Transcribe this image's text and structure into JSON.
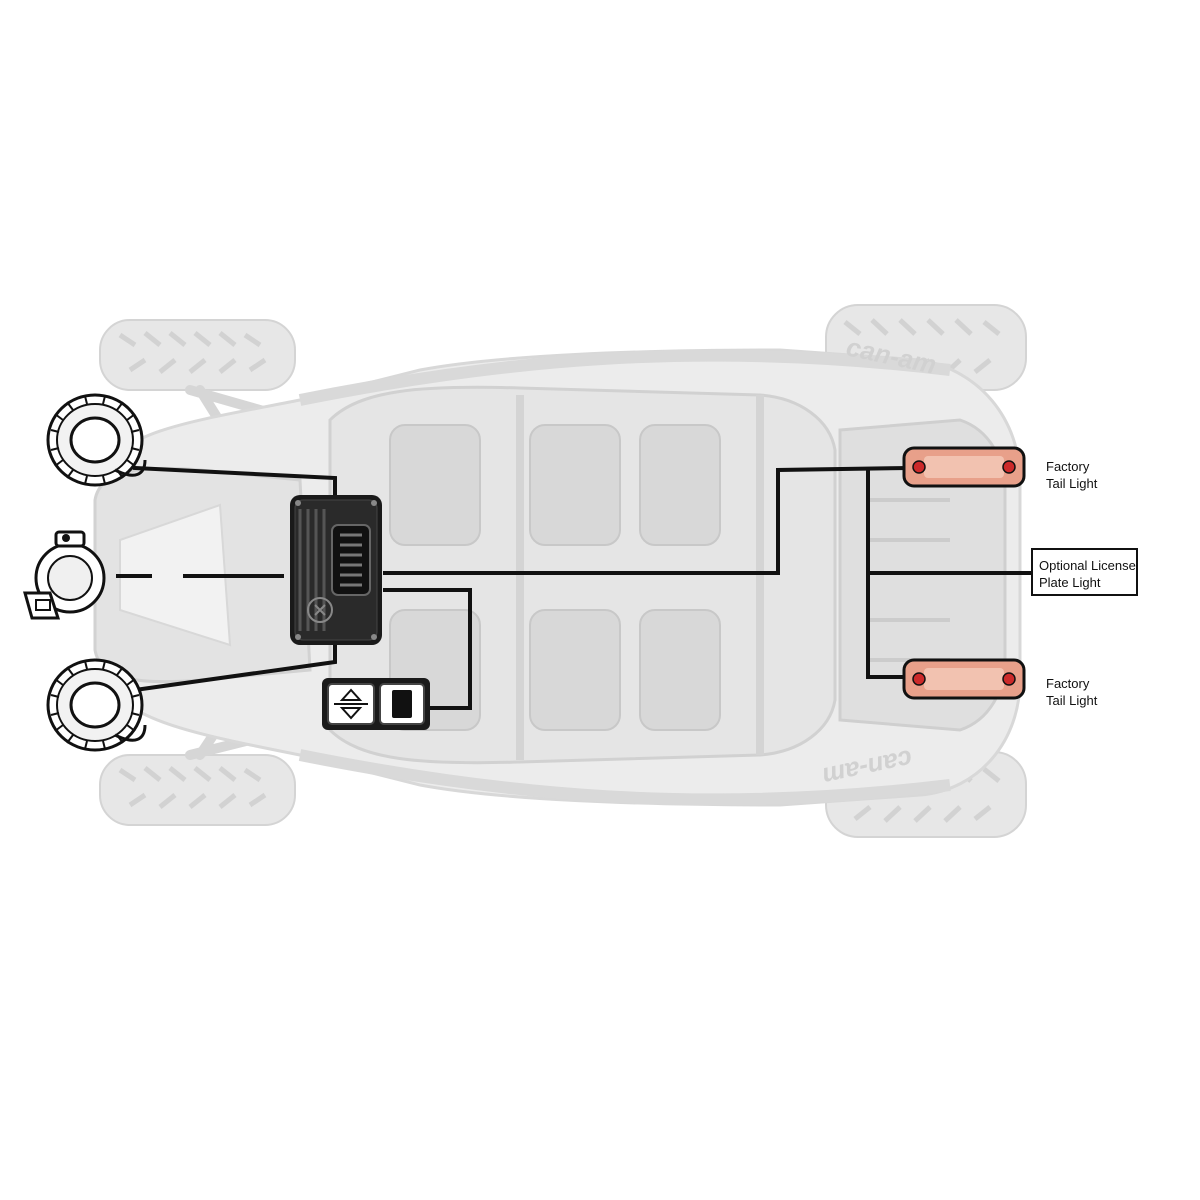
{
  "labels": {
    "tail_light_top": {
      "line1": "Factory",
      "line2": "Tail Light"
    },
    "tail_light_bottom": {
      "line1": "Factory",
      "line2": "Tail Light"
    },
    "license_plate": {
      "line1": "Optional License",
      "line2": "Plate Light"
    }
  },
  "vehicle_markings": {
    "brand_front": "can-am",
    "brand_rear": "can-am"
  },
  "colors": {
    "wire": "#111111",
    "vehicle_body": "#dcdcdc",
    "vehicle_shadow": "#c8c8c8",
    "tail_light": "#e8a08a",
    "tail_light_lens": "#cc2a2a",
    "component_dark": "#1a1a1a"
  },
  "icons": {
    "speaker": "speaker-icon",
    "horn": "horn-icon",
    "controller": "controller-module-icon",
    "switch": "rocker-switch-icon",
    "tail_light": "tail-light-icon"
  }
}
